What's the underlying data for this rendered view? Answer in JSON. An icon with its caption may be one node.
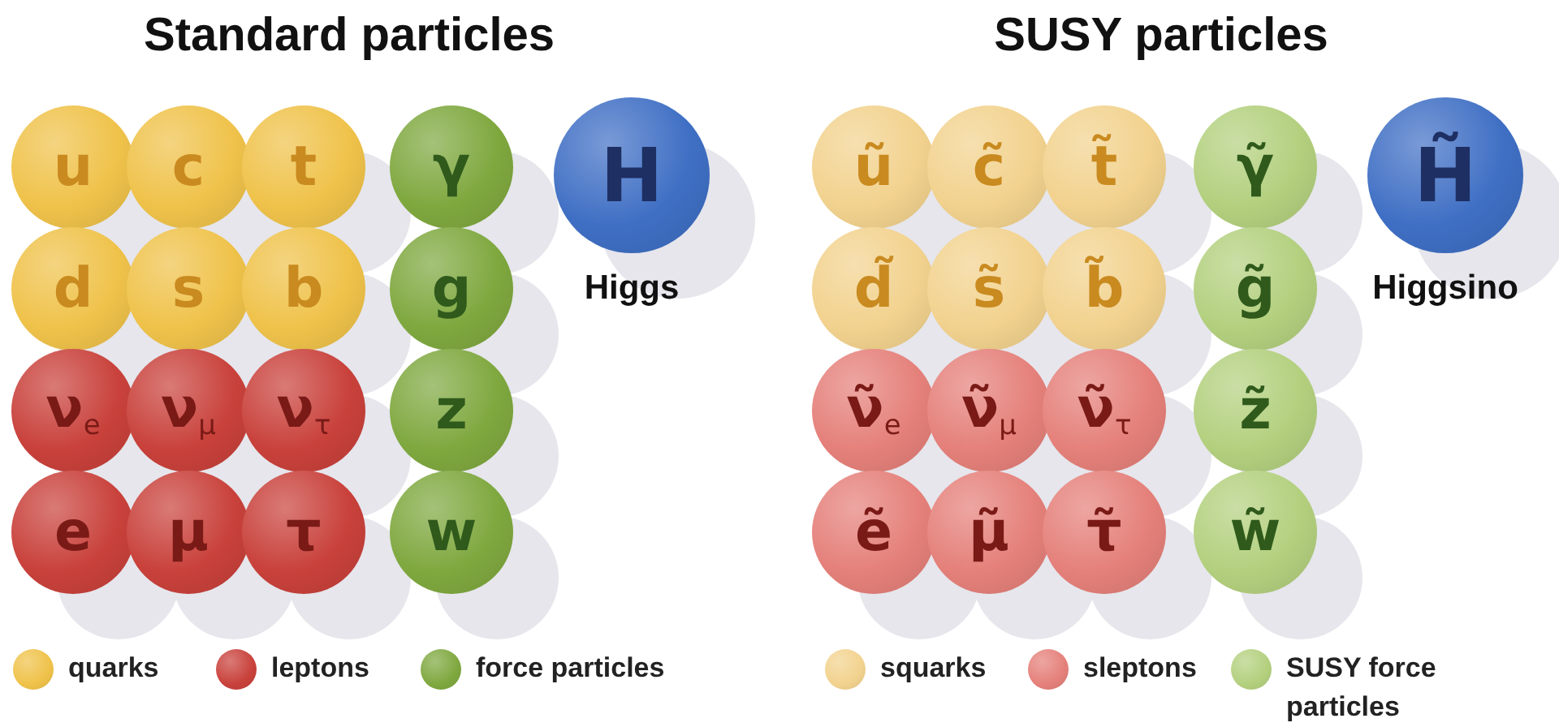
{
  "diagram": {
    "nodes": [
      {
        "text": [
          "u"
        ]
      },
      {
        "text": [
          "c"
        ]
      },
      {
        "text": [
          "t"
        ]
      },
      {
        "text": [
          "γ"
        ]
      },
      {
        "text": [
          "H"
        ],
        "beside": [
          "Higgs"
        ]
      },
      {
        "text": [
          "d"
        ]
      },
      {
        "text": [
          "s"
        ]
      },
      {
        "text": [
          "b"
        ]
      },
      {
        "text": [
          "g"
        ]
      },
      {
        "text": [
          "ν$_{e}$"
        ]
      },
      {
        "text": [
          "ν$_{μ}$"
        ]
      },
      {
        "text": [
          "ν$_{τ}$"
        ]
      },
      {
        "text": [
          "z"
        ]
      },
      {
        "text": [
          "e"
        ]
      },
      {
        "text": [
          "μ"
        ]
      },
      {
        "text": [
          "τ"
        ]
      },
      {
        "text": [
          "w"
        ]
      },
      {
        "text": [
          "ũ"
        ]
      },
      {
        "text": [
          "c̃"
        ]
      },
      {
        "text": [
          "t̃"
        ]
      },
      {
        "text": [
          "γ̃"
        ]
      },
      {
        "text": [
          "H̃"
        ],
        "beside": [
          "Higgsino"
        ]
      },
      {
        "text": [
          "d̃"
        ]
      },
      {
        "text": [
          "s̃"
        ]
      },
      {
        "text": [
          "b̃"
        ]
      },
      {
        "text": [
          "g̃"
        ]
      },
      {
        "text": [
          "ν̃$_{e}$"
        ]
      },
      {
        "text": [
          "ν̃$_{μ}$"
        ]
      },
      {
        "text": [
          "ν̃$_{τ}$"
        ]
      },
      {
        "text": [
          "z̃"
        ]
      },
      {
        "text": [
          "ẽ"
        ]
      },
      {
        "text": [
          "μ̃"
        ]
      },
      {
        "text": [
          "τ̃"
        ]
      },
      {
        "text": [
          "w̃"
        ]
      }
    ],
    "labels": [
      "Standard particles",
      "SUSY particles"
    ],
    "legend": [
      {
        "text": "quarks",
        "color": "#efc24a"
      },
      {
        "text": "leptons",
        "color": "#c9413b"
      },
      {
        "text": "force particles",
        "color": "#7fa83f"
      },
      {
        "text": "squarks",
        "color": "#f2d28e"
      },
      {
        "text": "sleptons",
        "color": "#e5807a"
      },
      {
        "text": "SUSY force particles",
        "color": "#b3d07e"
      }
    ]
  }
}
